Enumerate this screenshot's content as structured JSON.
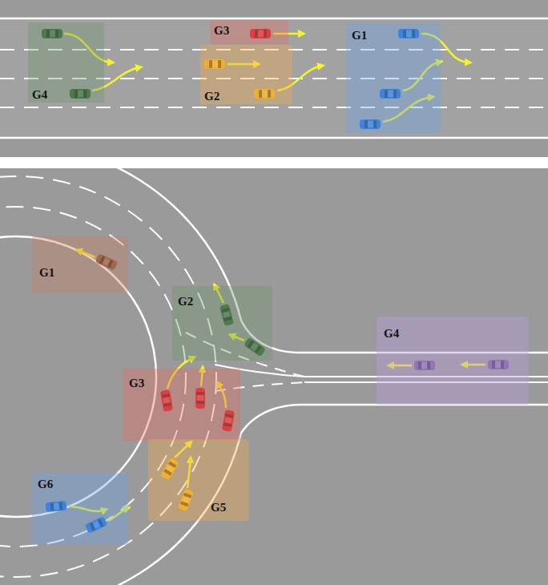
{
  "diagram": {
    "nodes": [
      {
        "text": [
          "G4"
        ]
      },
      {
        "text": [
          "G3"
        ]
      },
      {
        "text": [
          "G2"
        ]
      },
      {
        "text": [
          "G1"
        ]
      },
      {
        "text": [
          "G1"
        ]
      },
      {
        "text": [
          "G2"
        ]
      },
      {
        "text": [
          "G4"
        ]
      },
      {
        "text": [
          "G3"
        ]
      },
      {
        "text": [
          "G6"
        ]
      },
      {
        "text": [
          "G5"
        ]
      }
    ]
  }
}
